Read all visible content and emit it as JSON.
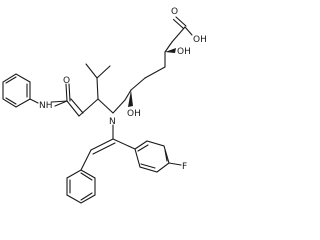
{
  "molecule": {
    "atoms": {
      "o_carbonyl_acid": "O",
      "oh_acid": "OH",
      "oh_3": "OH",
      "oh_5": "OH",
      "o_amide": "O",
      "nh_amide": "NH",
      "n_amine": "N",
      "f": "F"
    },
    "colors": {
      "ink": "#1a1a1a",
      "background": "#ffffff"
    }
  }
}
